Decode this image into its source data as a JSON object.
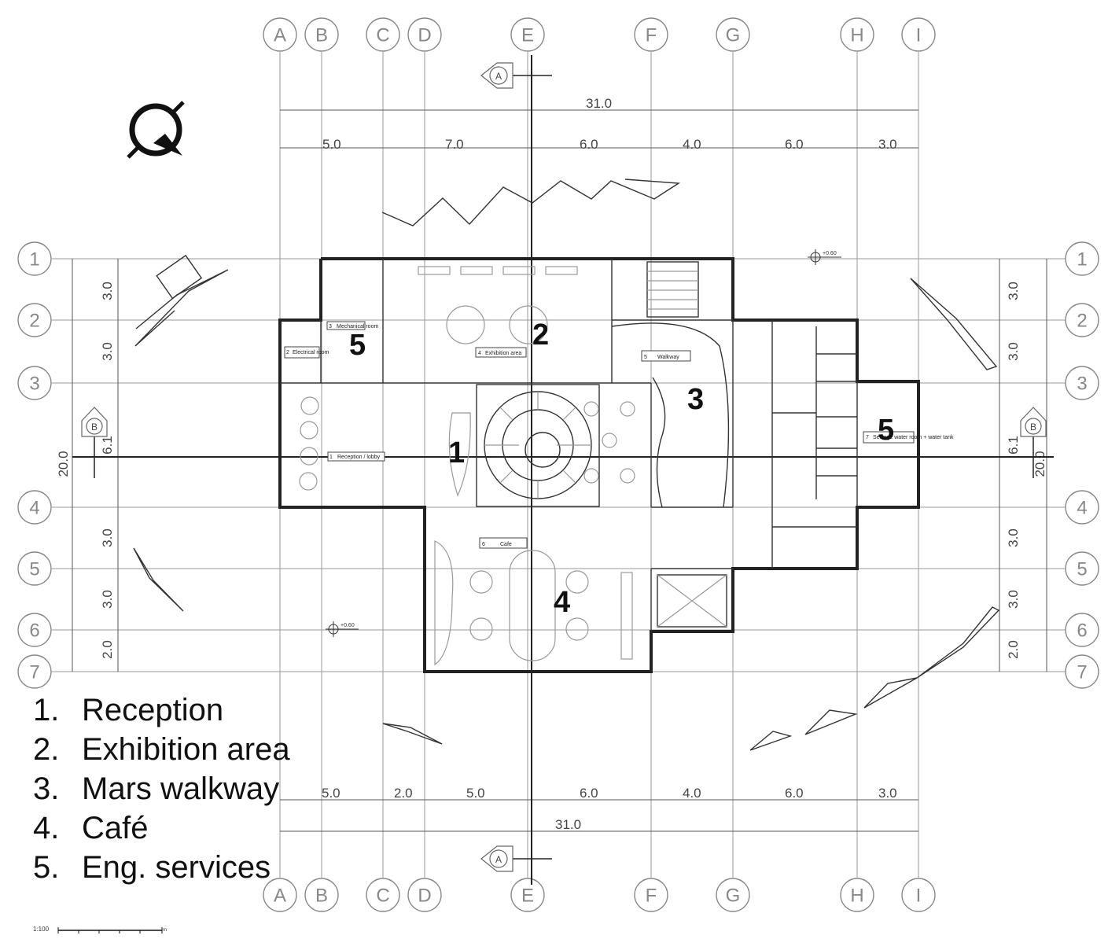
{
  "grid": {
    "columns": [
      "A",
      "B",
      "C",
      "D",
      "E",
      "F",
      "G",
      "H",
      "I"
    ],
    "rows": [
      "1",
      "2",
      "3",
      "4",
      "5",
      "6",
      "7"
    ]
  },
  "dimensions": {
    "top_total": "31.0",
    "top_segments": [
      "5.0",
      "7.0",
      "6.0",
      "4.0",
      "6.0",
      "3.0"
    ],
    "bottom_total": "31.0",
    "bottom_segments": [
      "5.0",
      "2.0",
      "5.0",
      "6.0",
      "4.0",
      "6.0",
      "3.0"
    ],
    "left_segments": [
      "3.0",
      "3.0",
      "6.1",
      "3.0",
      "3.0",
      "2.0"
    ],
    "left_total": "20.0",
    "right_segments": [
      "3.0",
      "3.0",
      "6.1",
      "3.0",
      "3.0",
      "2.0"
    ],
    "right_total": "20.0"
  },
  "section_markers": {
    "section_a": "A",
    "section_b": "B"
  },
  "levels": {
    "level_1": "+0.60",
    "level_2": "+0.60"
  },
  "zones": {
    "reception": "1",
    "exhibition": "2",
    "walkway": "3",
    "cafe": "4",
    "services_a": "5",
    "services_b": "5"
  },
  "room_tags": {
    "mechanical": {
      "num": "3",
      "name": "Mechanical room"
    },
    "electrical": {
      "num": "2",
      "name": "Electrical room"
    },
    "exhibition": {
      "num": "4",
      "name": "Exhibition area"
    },
    "walkway": {
      "num": "5",
      "name": "Walkway"
    },
    "reception": {
      "num": "1",
      "name": "Reception / lobby"
    },
    "cafe": {
      "num": "6",
      "name": "Cafe"
    },
    "pump": {
      "num": "7",
      "name": "Sewage water room + water tank"
    }
  },
  "legend": [
    {
      "num": "1.",
      "label": "Reception"
    },
    {
      "num": "2.",
      "label": "Exhibition area"
    },
    {
      "num": "3.",
      "label": "Mars walkway"
    },
    {
      "num": "4.",
      "label": "Café"
    },
    {
      "num": "5.",
      "label": "Eng. services"
    }
  ],
  "scale": {
    "label": "1:100",
    "end": "m"
  },
  "icons": {
    "north": "north-arrow-icon",
    "scale": "scale-bar-icon"
  }
}
